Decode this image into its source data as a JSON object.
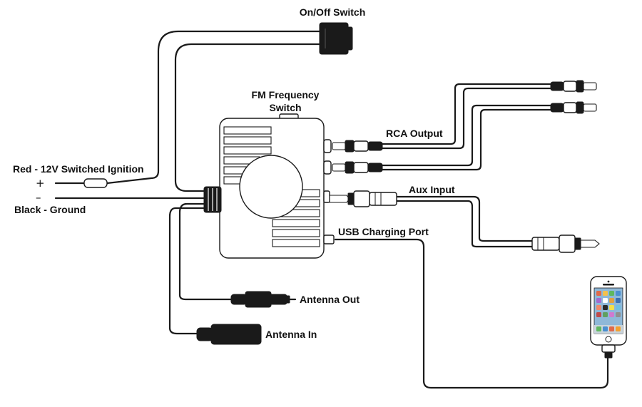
{
  "labels": {
    "on_off_switch": "On/Off Switch",
    "fm_frequency_switch_line1": "FM Frequency",
    "fm_frequency_switch_line2": "Switch",
    "rca_output": "RCA Output",
    "aux_input": "Aux Input",
    "usb_charging_port": "USB Charging Port",
    "red_12v": "Red - 12V Switched Ignition",
    "plus": "+",
    "minus": "–",
    "black_ground": "Black - Ground",
    "antenna_out": "Antenna Out",
    "antenna_in": "Antenna In"
  },
  "colors": {
    "line": "#1a1a1a",
    "background": "#ffffff",
    "phone_screen": "#8fb8d8"
  }
}
